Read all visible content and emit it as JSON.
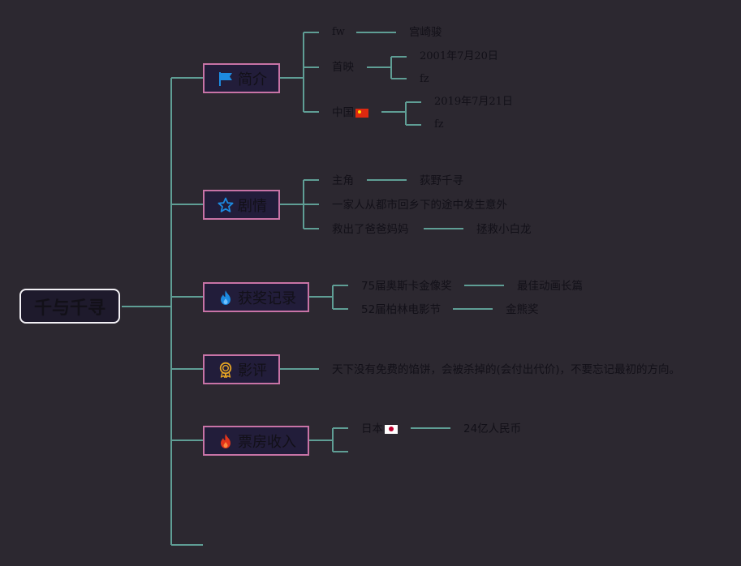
{
  "root": {
    "label": "千与千寻"
  },
  "colors": {
    "line": "#5f9e95",
    "branch_border": "#c873a6",
    "node_fill": "#221d3a",
    "background": "#2c2830"
  },
  "branches": {
    "intro": {
      "label": "简介",
      "icon": "flag-icon",
      "fw_label": "fw",
      "fw_value": "宫崎骏",
      "premiere_label": "首映",
      "premiere_date": "2001年7月20日",
      "premiere_note": "fz",
      "china_label": "中国",
      "china_flag": "china-flag-icon",
      "china_date": "2019年7月21日",
      "china_note": "fz"
    },
    "plot": {
      "label": "剧情",
      "icon": "star-icon",
      "lead_label": "主角",
      "lead_value": "荻野千寻",
      "summary": "一家人从都市回乡下的途中发生意外",
      "rescue_label": "救出了爸爸妈妈",
      "rescue_value": "拯救小白龙"
    },
    "awards": {
      "label": "获奖记录",
      "icon": "flame-blue-icon",
      "oscar_label": "75届奥斯卡金像奖",
      "oscar_value": "最佳动画长篇",
      "berlin_label": "52届柏林电影节",
      "berlin_value": "金熊奖"
    },
    "review": {
      "label": "影评",
      "icon": "medal-icon",
      "text": "天下没有免费的馅饼，会被杀掉的(会付出代价)，不要忘记最初的方向。"
    },
    "boxoffice": {
      "label": "票房收入",
      "icon": "flame-red-icon",
      "japan_label": "日本",
      "japan_flag": "japan-flag-icon",
      "japan_value": "24亿人民币"
    }
  }
}
